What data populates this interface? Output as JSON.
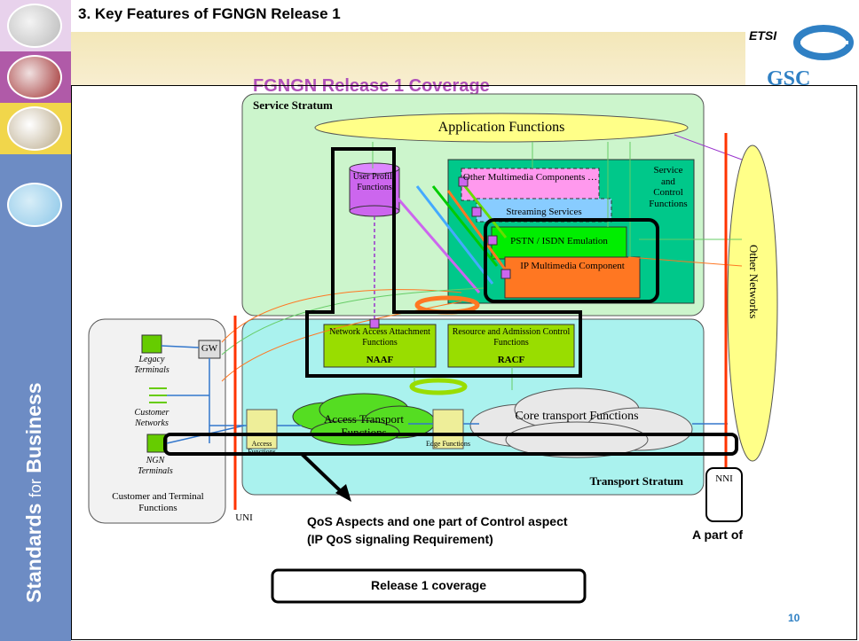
{
  "header": {
    "title": "3. Key Features of FGNGN Release 1",
    "subtitle": "FGNGN Release 1 Coverage",
    "logo_text": "ETSI",
    "logo_sub": "GSC"
  },
  "sidebar": {
    "vertical_text_main": "Standards",
    "vertical_text_for": "for",
    "vertical_text_end": "Business"
  },
  "diagram": {
    "service_stratum": "Service Stratum",
    "application_functions": "Application Functions",
    "user_profile": "User Profile Functions",
    "other_multimedia": "Other Multimedia Components …",
    "streaming_services": "Streaming Services",
    "pstn_emulation": "PSTN / ISDN Emulation",
    "ip_multimedia": "IP Multimedia Component",
    "service_control": "Service and Control Functions",
    "other_networks": "Other Networks",
    "naaf_title": "Network Access Attachment Functions",
    "naaf_abbr": "NAAF",
    "racf_title": "Resource and Admission Control Functions",
    "racf_abbr": "RACF",
    "gw": "GW",
    "legacy_terminals": "Legacy Terminals",
    "customer_networks": "Customer Networks",
    "ngn_terminals": "NGN Terminals",
    "customer_terminal_functions": "Customer and Terminal Functions",
    "access_transport": "Access Transport Functions",
    "core_transport": "Core transport Functions",
    "access_functions": "Access Functions",
    "edge_functions": "Edge Functions",
    "transport_stratum": "Transport Stratum",
    "uni": "UNI",
    "nni": "NNI"
  },
  "annotations": {
    "qos_line1": "QoS Aspects and one part of Control aspect",
    "qos_line2": "(IP QoS signaling Requirement)",
    "a_part_of": "A part of",
    "release_coverage": "Release 1 coverage"
  },
  "page_number": "10",
  "colors": {
    "sidebar": "#6d8cc4",
    "service_stratum": "#ccf5cc",
    "transport_stratum": "#aaf2ee",
    "control_box": "#00c88a",
    "subtitle": "#b050b8",
    "uni_nni_line": "#ff3300"
  }
}
